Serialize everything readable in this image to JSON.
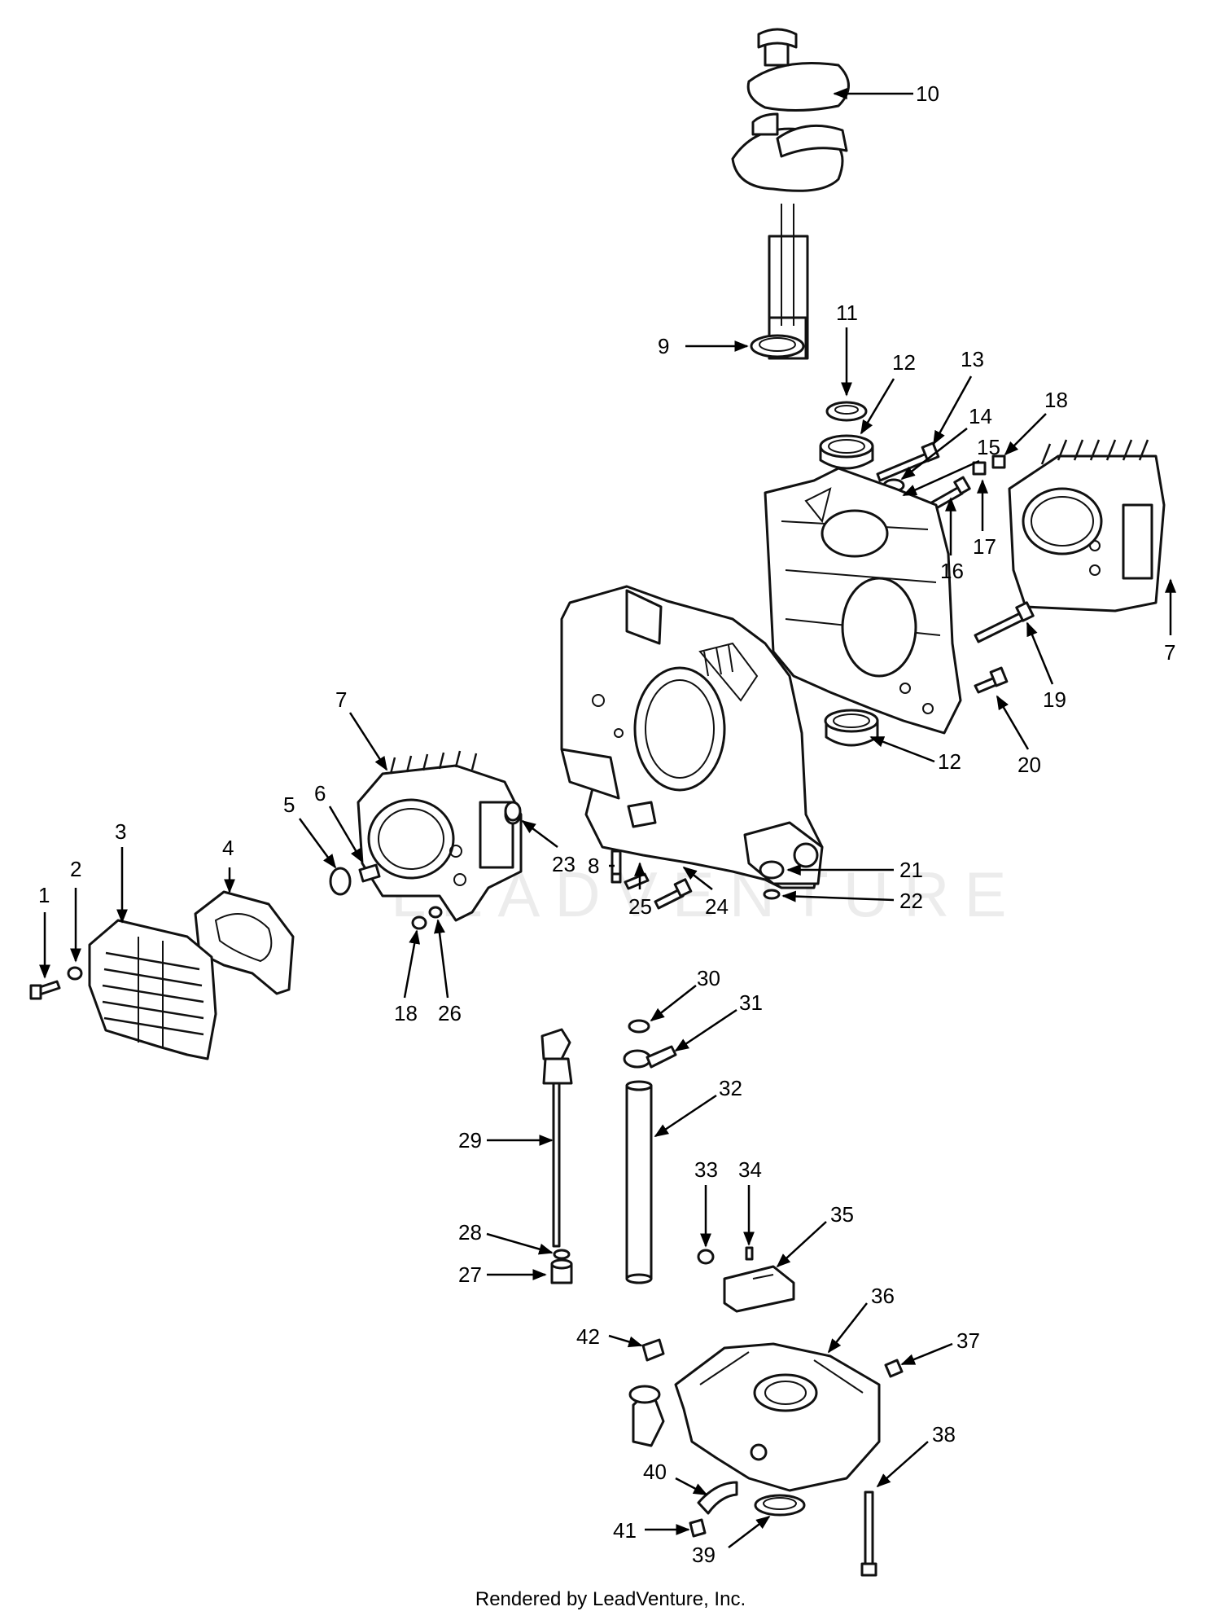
{
  "watermark": "LEADVENTURE",
  "footer": "Rendered by LeadVenture, Inc.",
  "callouts": [
    "1",
    "2",
    "3",
    "4",
    "5",
    "6",
    "7",
    "7",
    "8",
    "9",
    "10",
    "11",
    "12",
    "12",
    "13",
    "14",
    "15",
    "16",
    "17",
    "18",
    "18",
    "19",
    "20",
    "21",
    "22",
    "23",
    "24",
    "25",
    "26",
    "27",
    "28",
    "29",
    "30",
    "31",
    "32",
    "33",
    "34",
    "35",
    "36",
    "37",
    "38",
    "39",
    "40",
    "41",
    "42"
  ]
}
